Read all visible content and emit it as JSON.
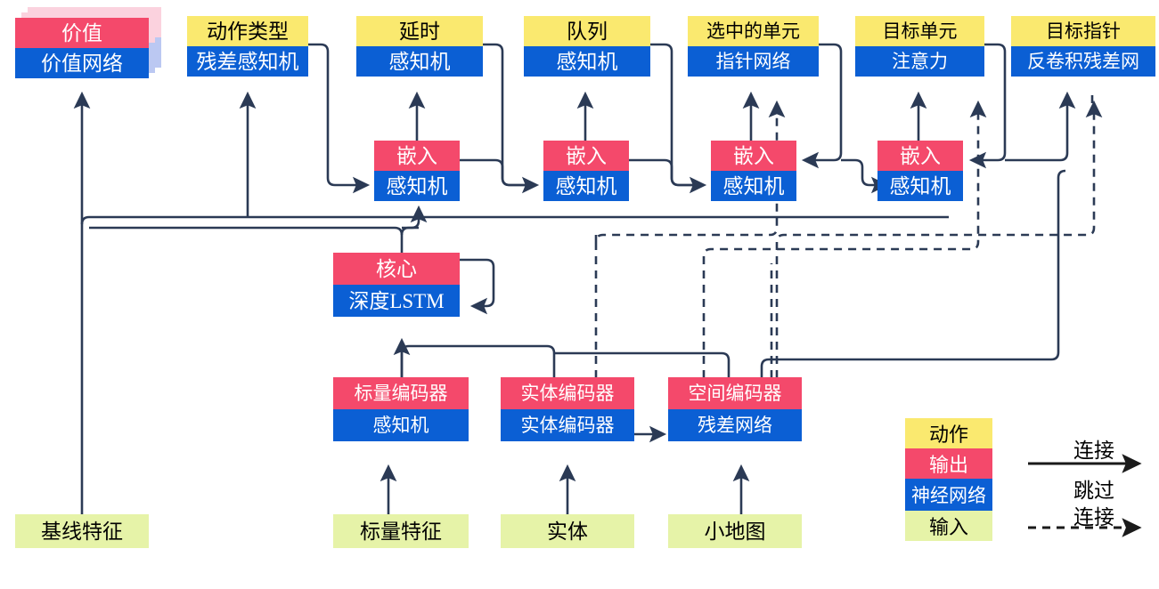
{
  "title": "AlphaStar-style agent network architecture diagram (Chinese labels)",
  "colors": {
    "action": "#FAE96F",
    "output": "#F4496B",
    "network": "#0B5FD4",
    "input": "#E6F3A8",
    "wire": "#2B3A55",
    "text_dark": "#000000",
    "text_light": "#FFFFFF",
    "shadow_pink": "#FBD2DE",
    "shadow_blue": "#BBC8F2"
  },
  "nodes": {
    "value": {
      "top": "价值",
      "bottom": "价值网络",
      "stacked": true
    },
    "action_type": {
      "top": "动作类型",
      "bottom": "残差感知机"
    },
    "delay": {
      "top": "延时",
      "bottom": "感知机"
    },
    "queue": {
      "top": "队列",
      "bottom": "感知机"
    },
    "selected_units": {
      "top": "选中的单元",
      "bottom": "指针网络"
    },
    "target_unit": {
      "top": "目标单元",
      "bottom": "注意力"
    },
    "target_point": {
      "top": "目标指针",
      "bottom": "反卷积残差网"
    },
    "embed1": {
      "top": "嵌入",
      "bottom": "感知机"
    },
    "embed2": {
      "top": "嵌入",
      "bottom": "感知机"
    },
    "embed3": {
      "top": "嵌入",
      "bottom": "感知机"
    },
    "embed4": {
      "top": "嵌入",
      "bottom": "感知机"
    },
    "core": {
      "top": "核心",
      "bottom": "深度LSTM"
    },
    "scalar_encoder": {
      "top": "标量编码器",
      "bottom": "感知机"
    },
    "entity_encoder": {
      "top": "实体编码器",
      "bottom": "实体编码器"
    },
    "spatial_encoder": {
      "top": "空间编码器",
      "bottom": "残差网络"
    }
  },
  "inputs": {
    "baseline_features": "基线特征",
    "scalar_features": "标量特征",
    "entities": "实体",
    "minimap": "小地图"
  },
  "legend": {
    "swatches": [
      {
        "label": "动作",
        "color": "#FAE96F",
        "text": "#000000"
      },
      {
        "label": "输出",
        "color": "#F4496B",
        "text": "#FFFFFF"
      },
      {
        "label": "神经网络",
        "color": "#0B5FD4",
        "text": "#FFFFFF"
      },
      {
        "label": "输入",
        "color": "#E6F3A8",
        "text": "#000000"
      }
    ],
    "arrows": [
      {
        "label": "连接",
        "style": "solid"
      },
      {
        "label_line1": "跳过",
        "label_line2": "连接",
        "style": "dashed"
      }
    ]
  }
}
